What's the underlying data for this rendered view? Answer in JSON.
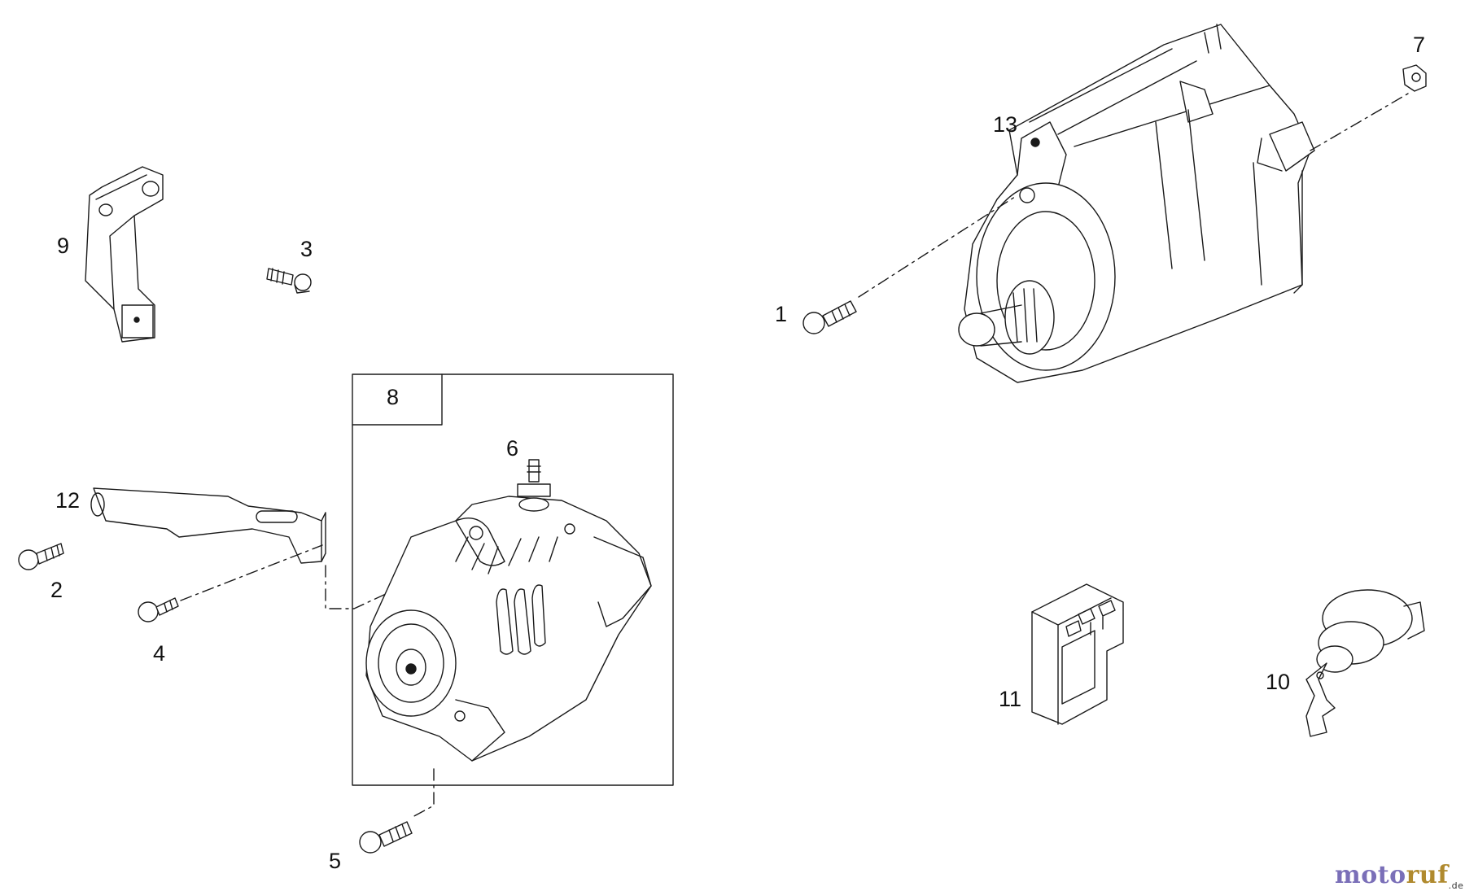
{
  "callouts": {
    "c1": "1",
    "c2": "2",
    "c3": "3",
    "c4": "4",
    "c5": "5",
    "c6": "6",
    "c7": "7",
    "c8": "8",
    "c9": "9",
    "c10": "10",
    "c11": "11",
    "c12": "12",
    "c13": "13"
  },
  "brand": {
    "part1": "moto",
    "part2": "ruf",
    "suffix": ".de"
  },
  "colors": {
    "line": "#1a1a1a",
    "background": "#ffffff",
    "brand_primary": "#7a6fb8",
    "brand_accent": "#b08a2e"
  },
  "icons": [
    "bracket-9-icon",
    "bolt-3-icon",
    "bracket-12-icon",
    "bolt-2-icon",
    "bolt-4-icon",
    "bolt-5-icon",
    "alternator-icon",
    "terminal-6-icon",
    "starter-motor-icon",
    "bolt-1-icon",
    "nut-7-icon",
    "relay-11-icon",
    "key-switch-10-icon"
  ]
}
